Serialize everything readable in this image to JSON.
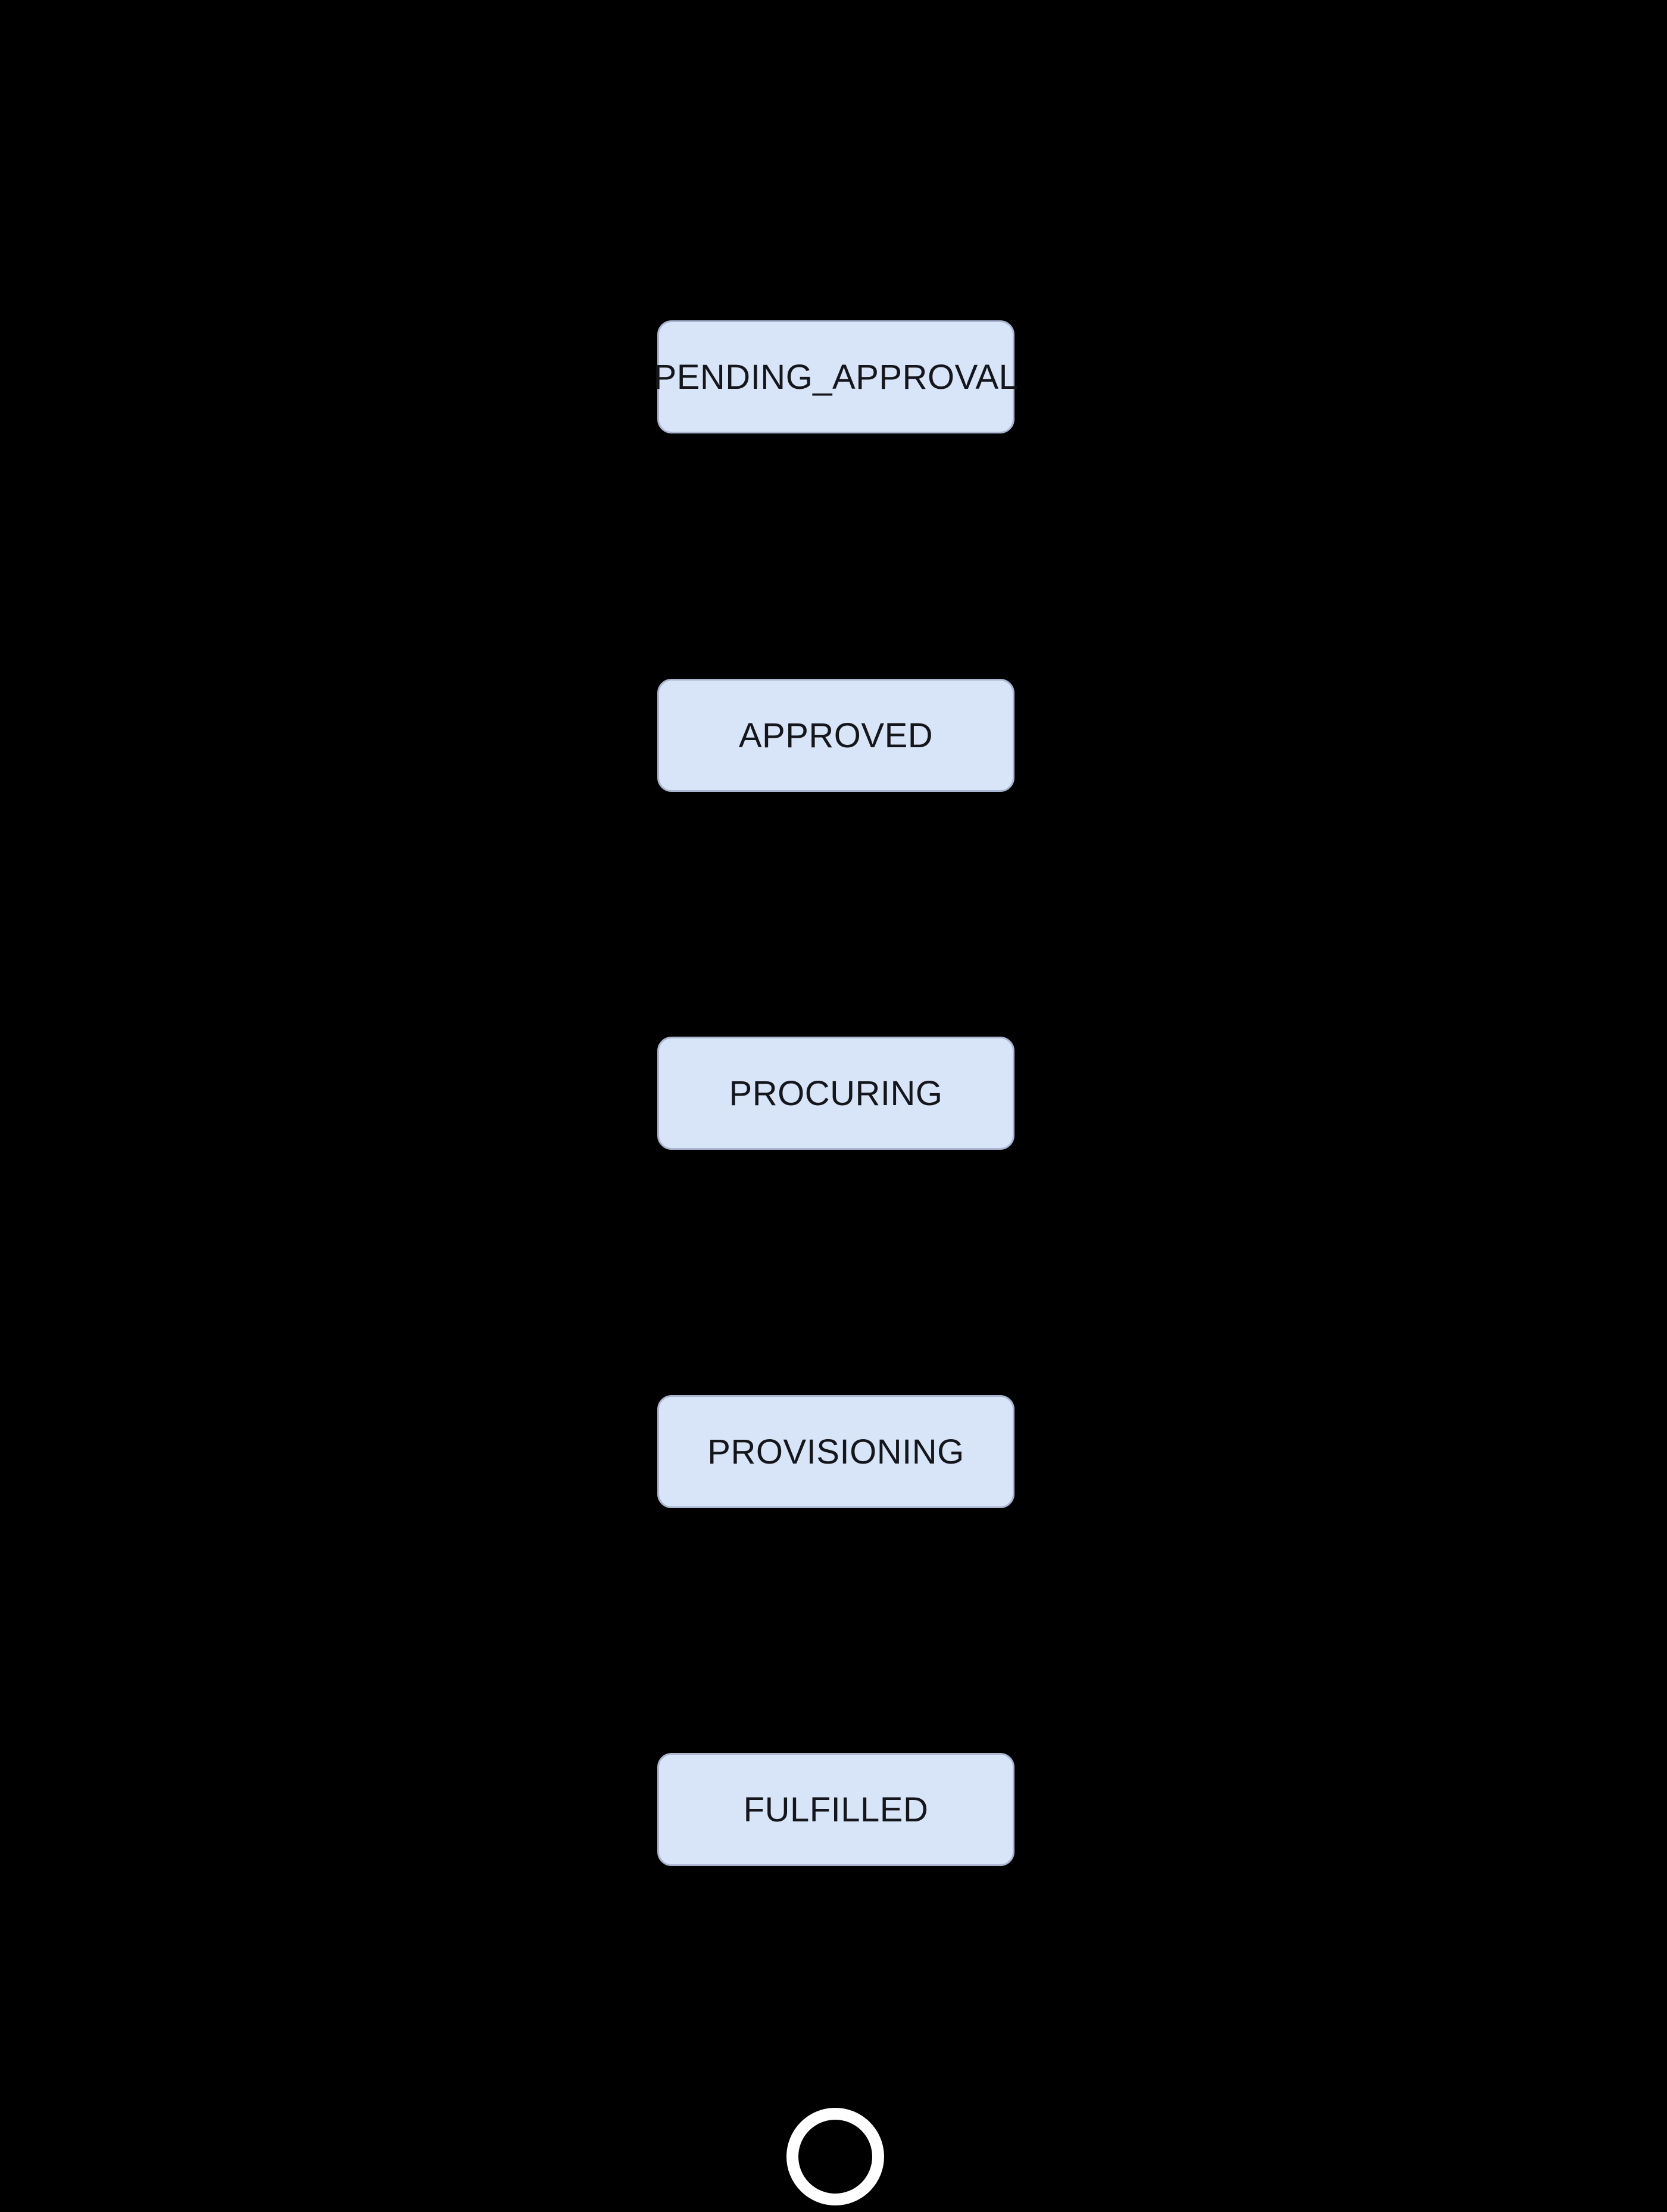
{
  "diagram": {
    "type": "state-flow",
    "colors": {
      "background": "#000000",
      "node_fill": "#d8e4f8",
      "node_border": "#aab6d0",
      "node_text": "#14161b",
      "final_ring": "#ffffff"
    },
    "states": [
      {
        "id": "pending-approval",
        "label": "PENDING_APPROVAL"
      },
      {
        "id": "approved",
        "label": "APPROVED"
      },
      {
        "id": "procuring",
        "label": "PROCURING"
      },
      {
        "id": "provisioning",
        "label": "PROVISIONING"
      },
      {
        "id": "fulfilled",
        "label": "FULFILLED"
      }
    ],
    "final_state": {
      "id": "end",
      "icon": "final-state-ring"
    }
  }
}
